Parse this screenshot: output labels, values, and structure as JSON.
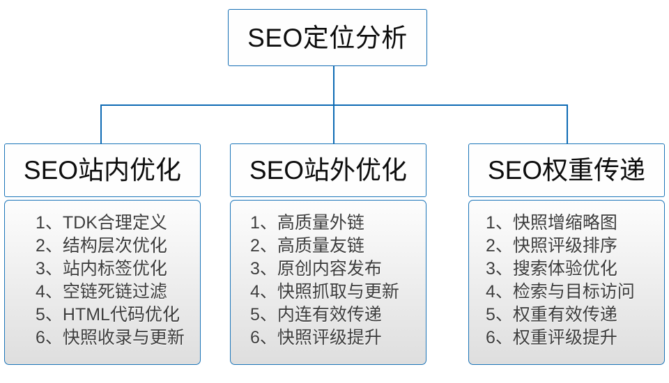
{
  "diagram": {
    "root": {
      "label": "SEO定位分析"
    },
    "branches": [
      {
        "header": "SEO站内优化",
        "items": [
          "1、TDK合理定义",
          "2、结构层次优化",
          "3、站内标签优化",
          "4、空链死链过滤",
          "5、HTML代码优化",
          "6、快照收录与更新"
        ]
      },
      {
        "header": "SEO站外优化",
        "items": [
          "1、高质量外链",
          "2、高质量友链",
          "3、原创内容发布",
          "4、快照抓取与更新",
          "5、内连有效传递",
          "6、快照评级提升"
        ]
      },
      {
        "header": "SEO权重传递",
        "items": [
          "1、快照增缩略图",
          "2、快照评级排序",
          "3、搜索体验优化",
          "4、检索与目标访问",
          "5、权重有效传递",
          "6、权重评级提升"
        ]
      }
    ],
    "colors": {
      "connector": "#0d6ab4",
      "box_border": "#1a74b8",
      "header_text": "#0d0d0d",
      "item_text": "#3c3c3c",
      "canvas_background": "#ffffff"
    }
  }
}
